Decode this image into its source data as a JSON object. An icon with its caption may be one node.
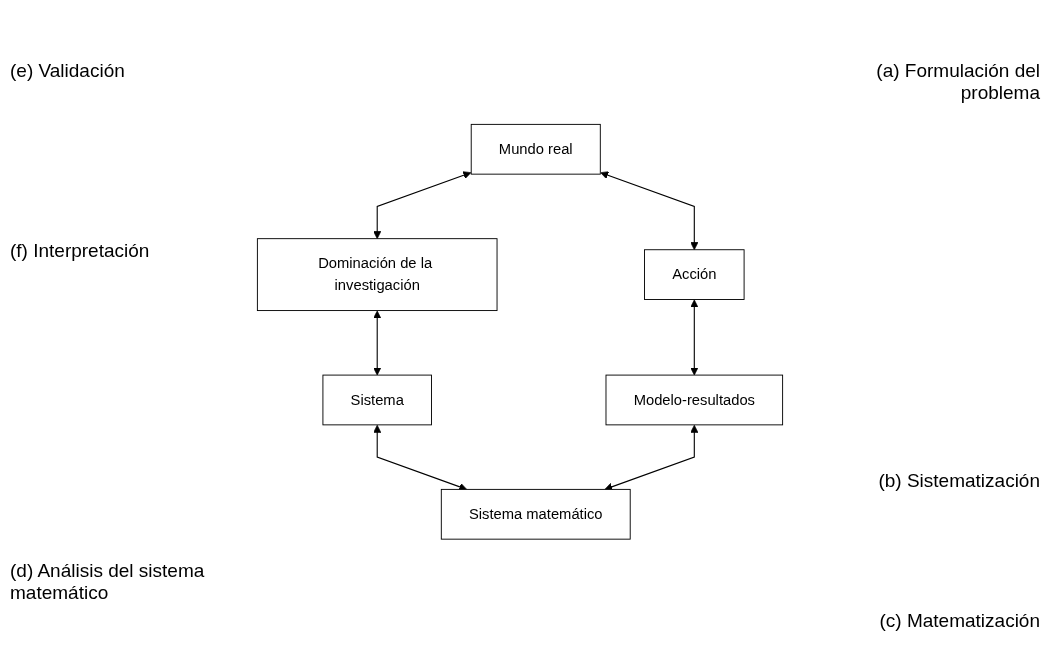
{
  "diagram": {
    "nodes": [
      {
        "text": [
          "Mundo real"
        ]
      },
      {
        "text": [
          "Dominación de la investigación"
        ]
      },
      {
        "text": [
          "Sistema"
        ]
      },
      {
        "text": [
          "Sistema matemático"
        ]
      },
      {
        "text": [
          "Modelo-resultados"
        ]
      },
      {
        "text": [
          "Acción"
        ]
      }
    ],
    "edges": [
      {
        "from": 0,
        "to": 1,
        "arrow": "both"
      },
      {
        "from": 1,
        "to": 2,
        "arrow": "both"
      },
      {
        "from": 2,
        "to": 3,
        "arrow": "both"
      },
      {
        "from": 3,
        "to": 4,
        "arrow": "both"
      },
      {
        "from": 4,
        "to": 5,
        "arrow": "both"
      },
      {
        "from": 5,
        "to": 0,
        "arrow": "both"
      }
    ],
    "labels": [
      "(e) Validación",
      "(a) Formulación del problema",
      "(f) Interpretación",
      "(b) Sistematización",
      "(d) Análisis del sistema matemático",
      "(c) Matematización"
    ]
  }
}
